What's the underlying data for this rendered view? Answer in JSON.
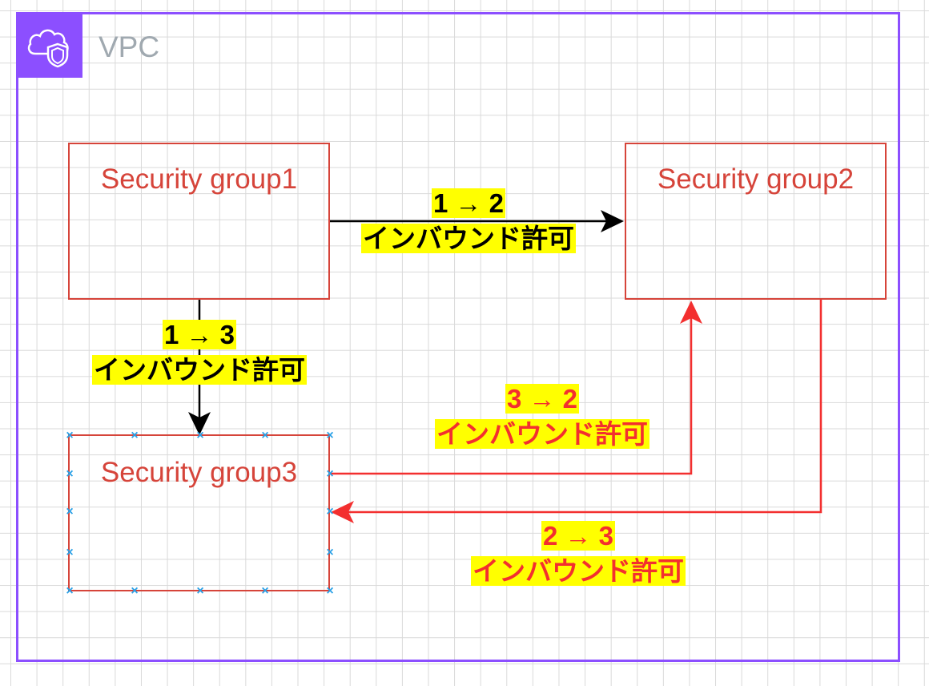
{
  "vpc": {
    "label": "VPC",
    "icon": "cloud-shield-icon",
    "color": "#8c4fff"
  },
  "security_groups": [
    {
      "id": "sg1",
      "label": "Security group1"
    },
    {
      "id": "sg2",
      "label": "Security group2"
    },
    {
      "id": "sg3",
      "label": "Security group3"
    }
  ],
  "connections": [
    {
      "from": "sg1",
      "to": "sg2",
      "route": "1 → 2",
      "text": "インバウンド許可",
      "color": "#000000"
    },
    {
      "from": "sg1",
      "to": "sg3",
      "route": "1 → 3",
      "text": "インバウンド許可",
      "color": "#000000"
    },
    {
      "from": "sg3",
      "to": "sg2",
      "route": "3 → 2",
      "text": "インバウンド許可",
      "color": "#f32f2f"
    },
    {
      "from": "sg2",
      "to": "sg3",
      "route": "2 → 3",
      "text": "インバウンド許可",
      "color": "#f32f2f"
    }
  ],
  "colors": {
    "security_group": "#d6443a",
    "label_highlight": "#ffff00",
    "selection_handle": "#29a0e6"
  }
}
